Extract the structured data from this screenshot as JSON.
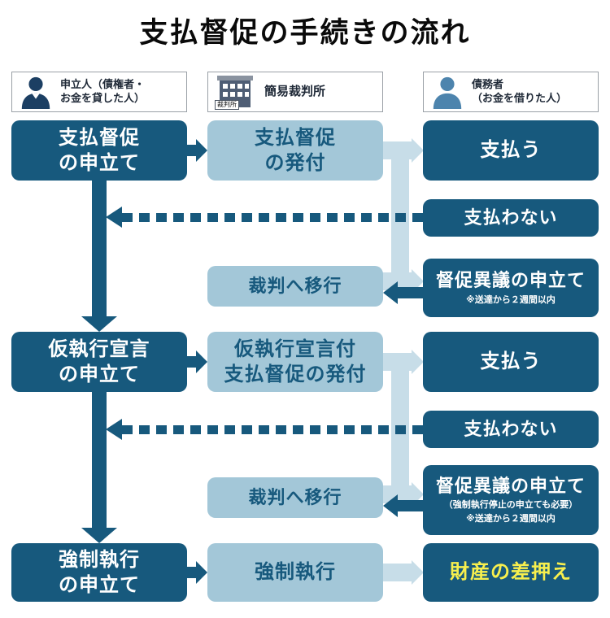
{
  "title": "支払督促の手続きの流れ",
  "colors": {
    "dark_blue": "#17597d",
    "light_blue_box": "#a3c7d8",
    "light_blue_arrow": "#c7dde8",
    "navy_icon": "#1c3f63",
    "medium_blue_icon": "#4d84ad",
    "yellow_text": "#f7ef4e"
  },
  "headers": {
    "applicant": {
      "icon": "person-icon",
      "line1": "申立人（債権者・",
      "line2": "お金を貸した人）"
    },
    "court": {
      "icon": "courthouse-icon",
      "icon_label": "裁判所",
      "label": "簡易裁判所"
    },
    "debtor": {
      "icon": "person-icon",
      "line1": "債務者",
      "line2": "（お金を借りた人）"
    }
  },
  "applicant_column": {
    "step1": {
      "line1": "支払督促",
      "line2": "の申立て"
    },
    "step2": {
      "line1": "仮執行宣言",
      "line2": "の申立て"
    },
    "step3": {
      "line1": "強制執行",
      "line2": "の申立て"
    }
  },
  "court_column": {
    "step1": {
      "line1": "支払督促",
      "line2": "の発付"
    },
    "step2": {
      "label": "裁判へ移行"
    },
    "step3": {
      "line1": "仮執行宣言付",
      "line2": "支払督促の発付"
    },
    "step4": {
      "label": "裁判へ移行"
    },
    "step5": {
      "label": "強制執行"
    }
  },
  "debtor_column": {
    "step1": {
      "label": "支払う"
    },
    "step2": {
      "label": "支払わない"
    },
    "step3": {
      "label": "督促異議の申立て",
      "note": "※送達から２週間以内"
    },
    "step4": {
      "label": "支払う"
    },
    "step5": {
      "label": "支払わない"
    },
    "step6": {
      "label": "督促異議の申立て",
      "note1": "（強制執行停止の申立ても必要）",
      "note2": "※送達から２週間以内"
    },
    "step7": {
      "label": "財産の差押え"
    }
  }
}
